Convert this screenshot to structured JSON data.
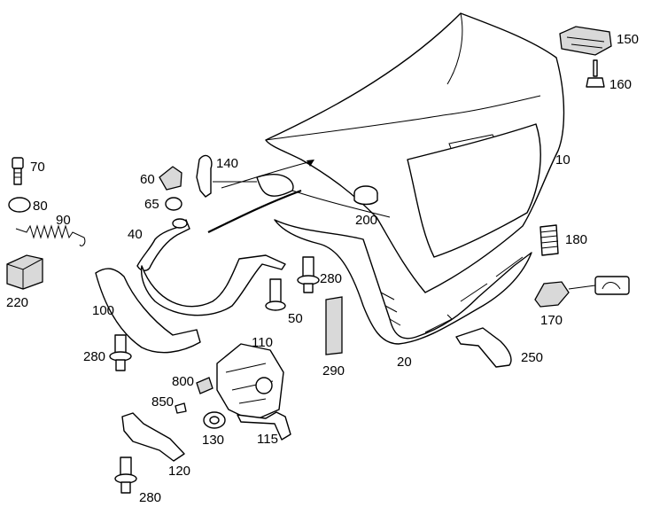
{
  "diagram": {
    "labels": {
      "p10": "10",
      "p20": "20",
      "p40": "40",
      "p50": "50",
      "p60": "60",
      "p65": "65",
      "p70": "70",
      "p80": "80",
      "p90": "90",
      "p100": "100",
      "p110": "110",
      "p115": "115",
      "p120": "120",
      "p130": "130",
      "p140": "140",
      "p150": "150",
      "p160": "160",
      "p170": "170",
      "p180": "180",
      "p200": "200",
      "p220": "220",
      "p250": "250",
      "p280a": "280",
      "p280b": "280",
      "p280c": "280",
      "p290": "290",
      "p800": "800",
      "p850": "850"
    }
  }
}
